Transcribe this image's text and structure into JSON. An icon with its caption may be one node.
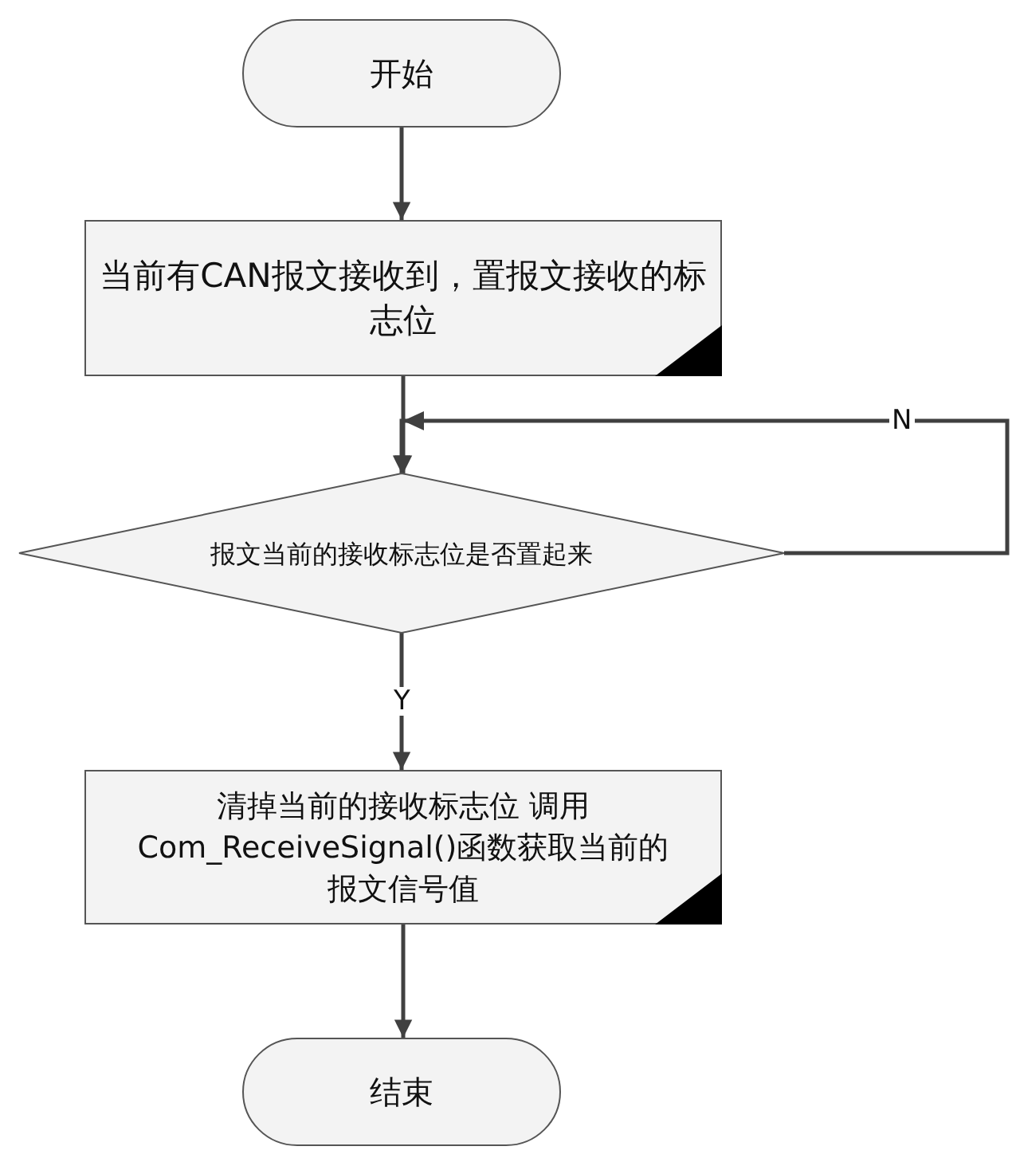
{
  "diagram": {
    "nodes": [
      {
        "text": [
          "开始"
        ]
      },
      {
        "text": [
          "当前有CAN报文接收到，置报文接收的标志位"
        ]
      },
      {
        "text": [
          "报文当前的接收标志位是否置起来"
        ]
      },
      {
        "text": [
          "清掉当前的接收标志位 调用Com_ReceiveSignal()函数获取当前的报文信号值"
        ]
      },
      {
        "text": [
          "结束"
        ]
      }
    ],
    "edges": [
      {
        "from": 0,
        "to": 1,
        "arrow": "to"
      },
      {
        "from": 1,
        "to": 2,
        "arrow": "to"
      },
      {
        "from": 2,
        "to": 3,
        "arrow": "to",
        "label": "Y"
      },
      {
        "from": 2,
        "to": 2,
        "arrow": "to",
        "label": "N"
      },
      {
        "from": 3,
        "to": 4,
        "arrow": "to"
      }
    ]
  }
}
